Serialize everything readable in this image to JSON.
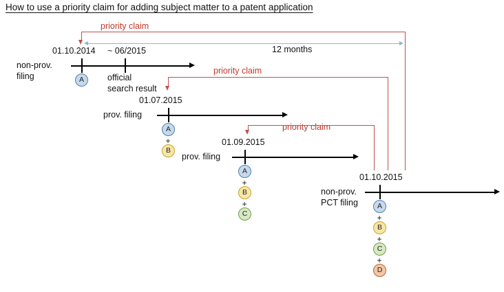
{
  "title": "How to use a priority claim for adding subject matter to a patent application",
  "labels": {
    "priority_claim": "priority claim",
    "twelve_months": "12 months"
  },
  "timelines": [
    {
      "id": "non-prov-filing-2014",
      "left_label_line1": "non-prov.",
      "left_label_line2": "filing",
      "date": "01.10.2014",
      "second_date": "~ 06/2015",
      "second_note_line1": "official",
      "second_note_line2": "search result",
      "nodes": [
        {
          "letter": "A",
          "color": "#c6d9ec"
        }
      ]
    },
    {
      "id": "prov-filing-jul-2015",
      "left_label_line1": "prov. filing",
      "date": "01.07.2015",
      "nodes": [
        {
          "letter": "A",
          "color": "#c6d9ec"
        },
        {
          "letter": "B",
          "color": "#f7e7a6"
        }
      ]
    },
    {
      "id": "prov-filing-sep-2015",
      "left_label_line1": "prov. filing",
      "date": "01.09.2015",
      "nodes": [
        {
          "letter": "A",
          "color": "#c6d9ec"
        },
        {
          "letter": "B",
          "color": "#f7e7a6"
        },
        {
          "letter": "C",
          "color": "#d7e8c2"
        }
      ]
    },
    {
      "id": "non-prov-pct-filing-2015",
      "left_label_line1": "non-prov.",
      "left_label_line2": "PCT filing",
      "date": "01.10.2015",
      "nodes": [
        {
          "letter": "A",
          "color": "#c6d9ec"
        },
        {
          "letter": "B",
          "color": "#f7e7a6"
        },
        {
          "letter": "C",
          "color": "#d7e8c2"
        },
        {
          "letter": "D",
          "color": "#f3c6a6"
        }
      ]
    }
  ],
  "priority_claims": [
    {
      "id": "claim-1",
      "label": "priority claim",
      "from": "01.10.2015",
      "to": "01.10.2014"
    },
    {
      "id": "claim-2",
      "label": "priority claim",
      "from": "01.10.2015",
      "to": "01.07.2015"
    },
    {
      "id": "claim-3",
      "label": "priority claim",
      "from": "01.10.2015",
      "to": "01.09.2015"
    }
  ],
  "plus_symbol": "+",
  "colors": {
    "red": "#c0504d",
    "blue": "#8eb4d8",
    "black": "#000000",
    "node_a": "#c6d9ec",
    "node_b": "#f7e7a6",
    "node_c": "#d7e8c2",
    "node_d": "#f3c6a6"
  }
}
